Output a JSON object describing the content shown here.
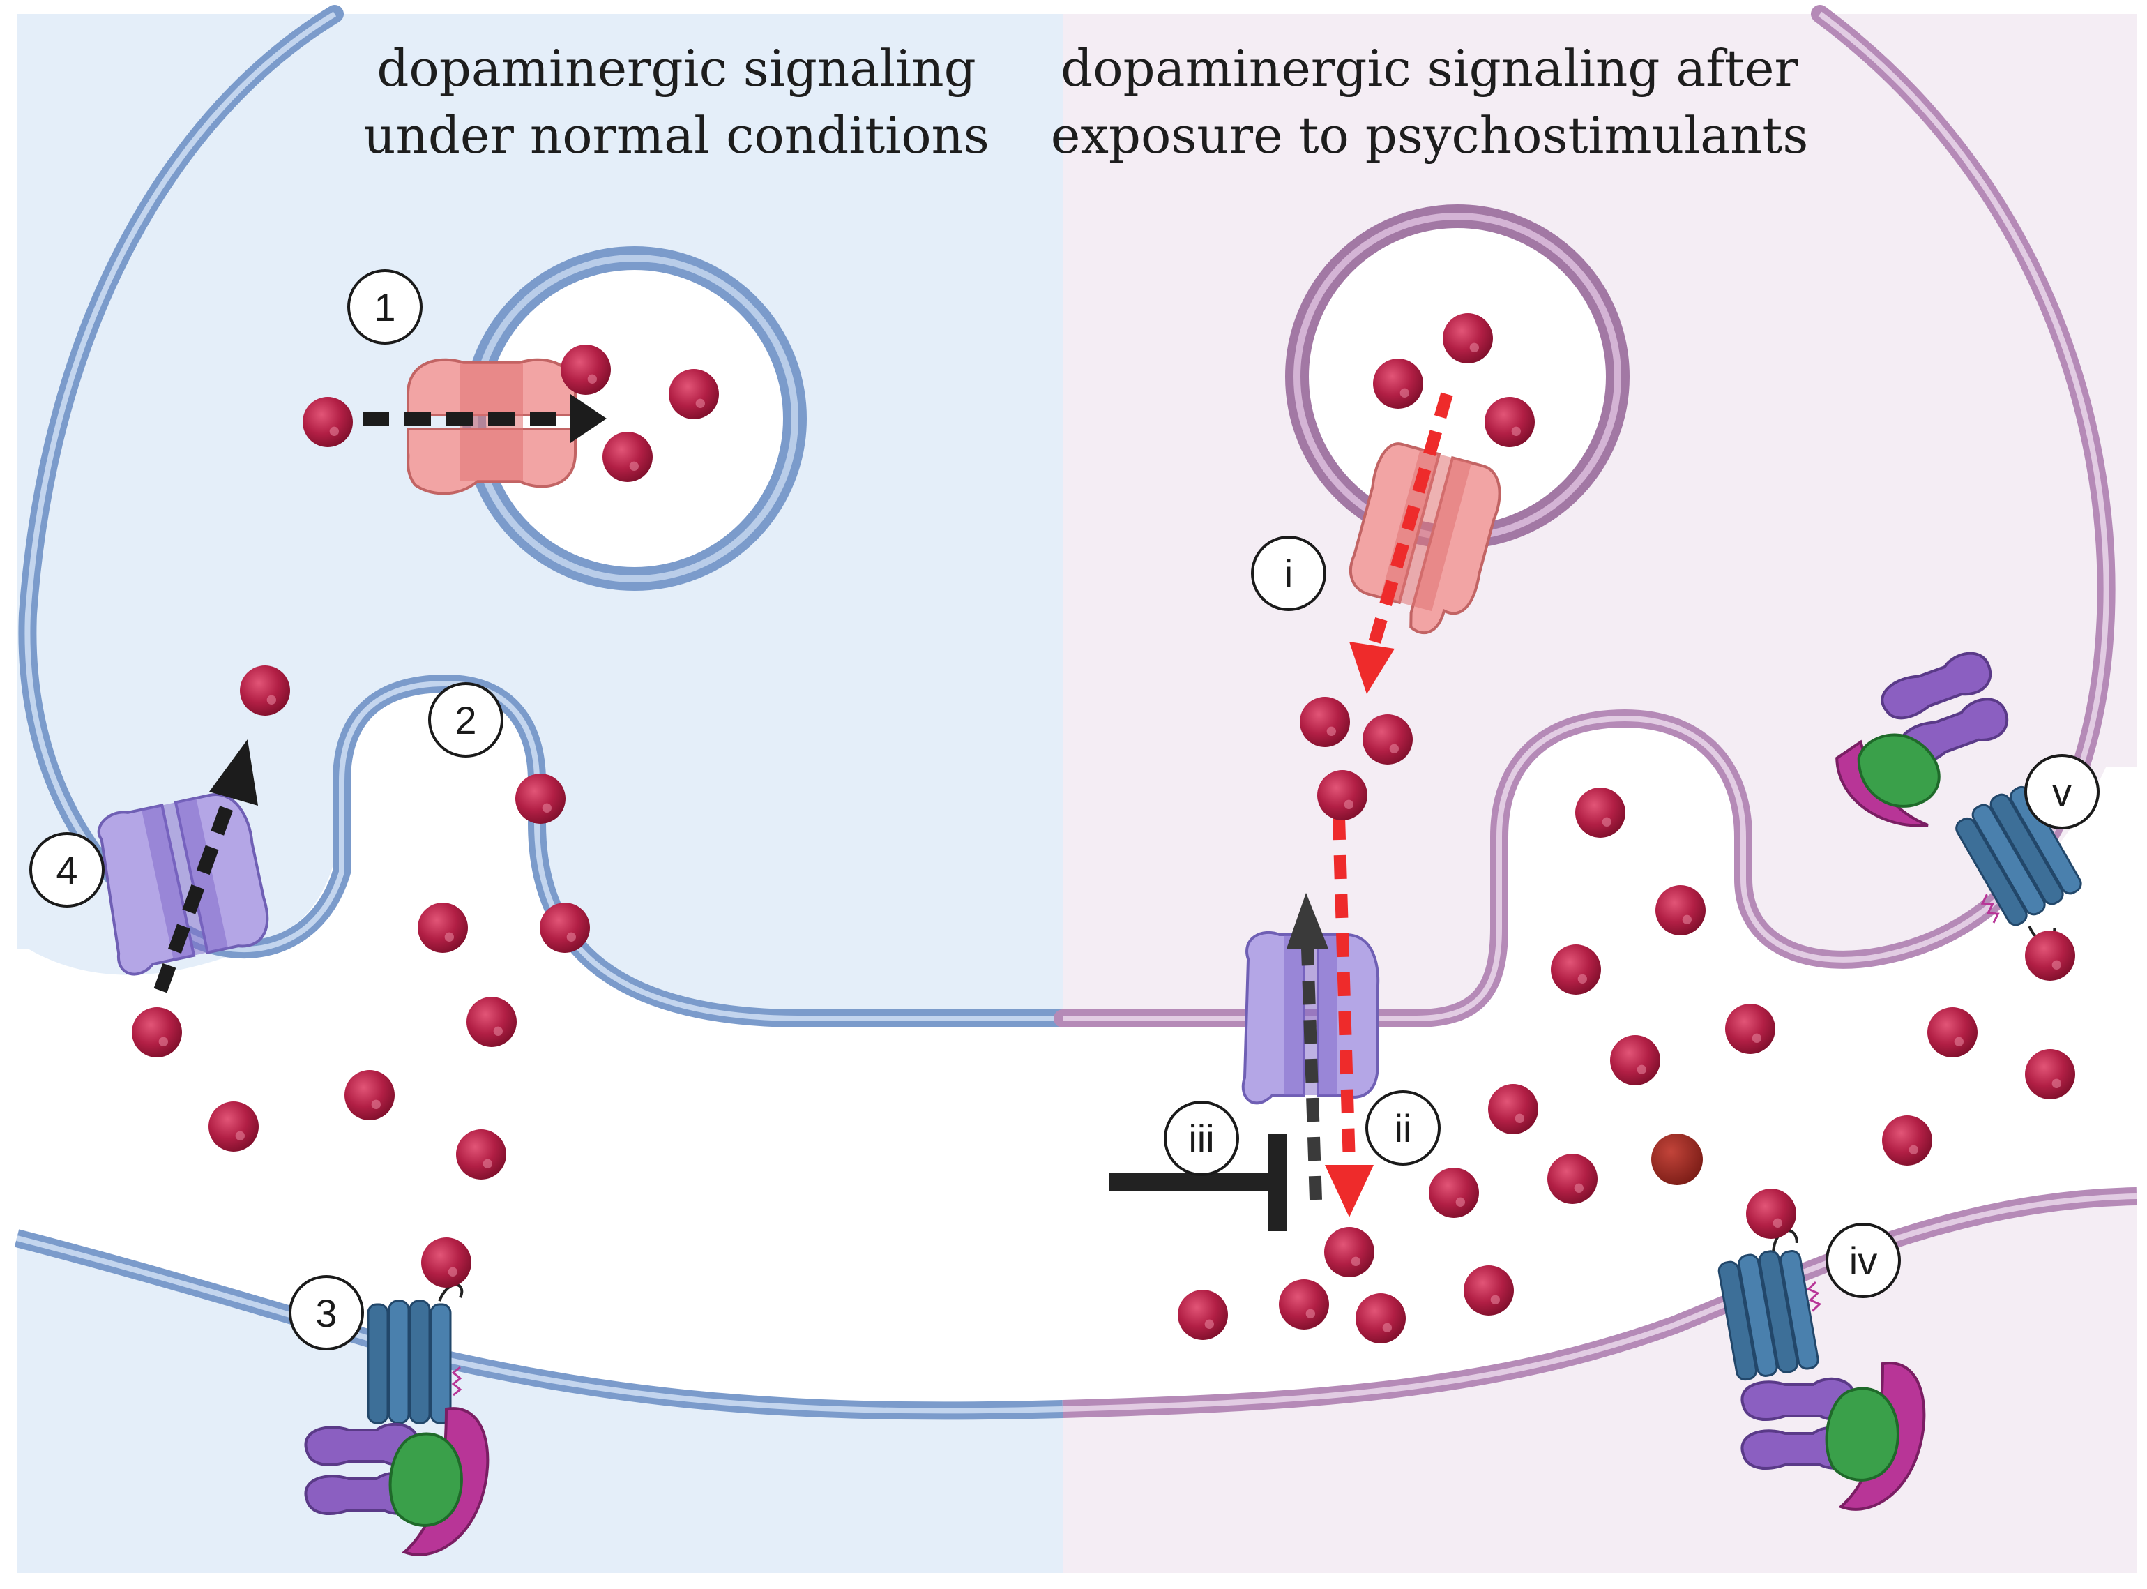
{
  "panels": {
    "left": {
      "title_line1": "dopaminergic signaling",
      "title_line2": "under normal conditions",
      "background": "#e4eef9",
      "membrane": "#7b9bcb",
      "steps": [
        "1",
        "2",
        "3",
        "4"
      ]
    },
    "right": {
      "title_line1": "dopaminergic signaling after",
      "title_line2": "exposure to psychostimulants",
      "background": "#f4edf4",
      "membrane": "#b58ab7",
      "steps": [
        "i",
        "ii",
        "iii",
        "iv",
        "v"
      ]
    }
  },
  "colors": {
    "dopamine": "#b21f45",
    "vmat": "#f2a4a4",
    "dat": "#b4a6e6",
    "receptor": "#3d6f98",
    "g_protein_purple": "#8b5fc1",
    "g_protein_green": "#3aa04a",
    "g_protein_magenta": "#b83597",
    "normal_arrow": "#1c1c1c",
    "drug_arrow": "#ee2b2b"
  },
  "icons": [
    "dopamine-molecule",
    "vmat-transporter",
    "dat-transporter",
    "d-receptor",
    "g-protein",
    "inhibition-bar"
  ]
}
